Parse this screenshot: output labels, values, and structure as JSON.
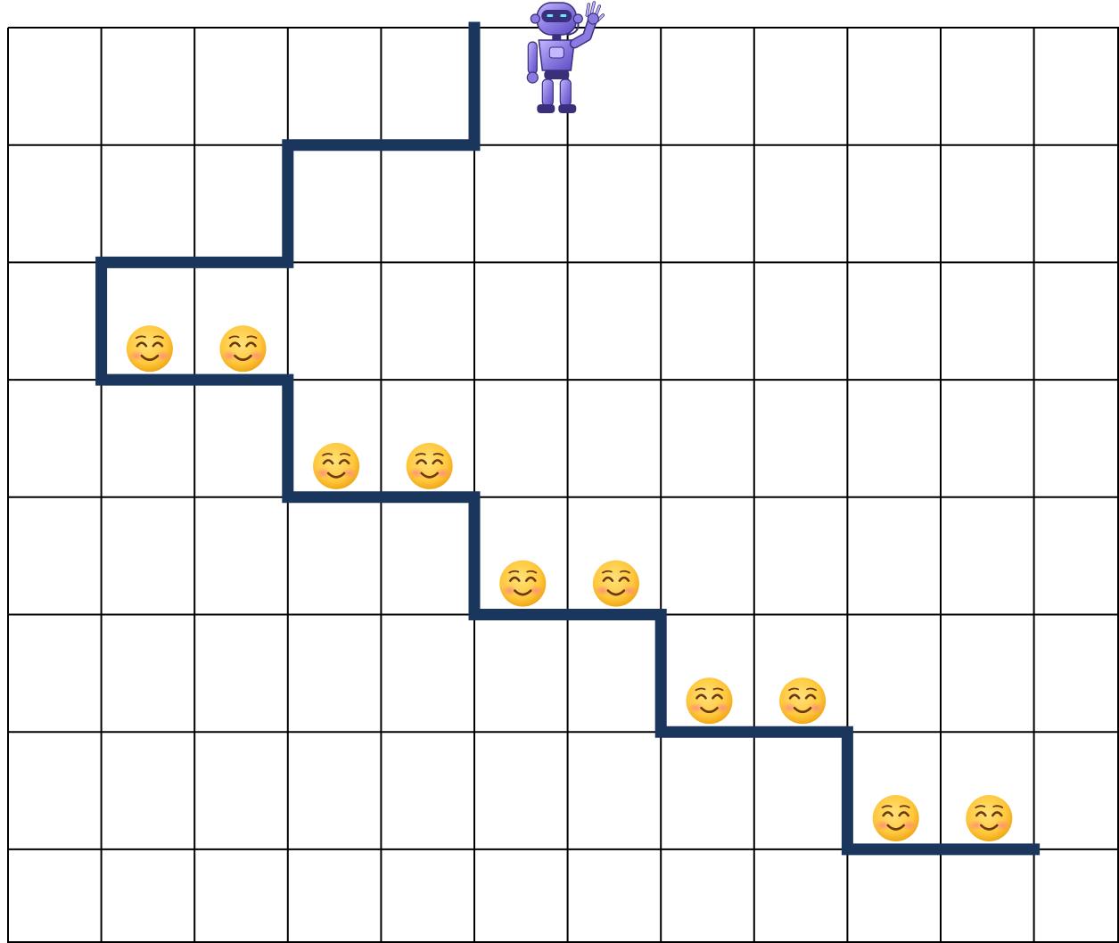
{
  "board": {
    "columns": 12,
    "rows": 8,
    "line_color": "#000000",
    "background": "#ffffff"
  },
  "path": {
    "color": "#1b365d",
    "vertices": [
      [
        5,
        0
      ],
      [
        5,
        1
      ],
      [
        3,
        1
      ],
      [
        3,
        2
      ],
      [
        1,
        2
      ],
      [
        1,
        3
      ],
      [
        3,
        3
      ],
      [
        3,
        4
      ],
      [
        5,
        4
      ],
      [
        5,
        5
      ],
      [
        7,
        5
      ],
      [
        7,
        6
      ],
      [
        9,
        6
      ],
      [
        9,
        7
      ],
      [
        11,
        7
      ]
    ]
  },
  "robot": {
    "icon": "robot-icon",
    "cell": [
      5,
      0
    ],
    "colors": {
      "body": "#8a7be0",
      "dark": "#3a2f7a",
      "light": "#c4b8ff"
    }
  },
  "smileys": {
    "icon": "smiling-face-icon",
    "cells": [
      [
        1,
        2
      ],
      [
        2,
        2
      ],
      [
        3,
        3
      ],
      [
        4,
        3
      ],
      [
        5,
        4
      ],
      [
        6,
        4
      ],
      [
        7,
        5
      ],
      [
        8,
        5
      ],
      [
        9,
        6
      ],
      [
        10,
        6
      ]
    ],
    "colors": {
      "face": "#ffc83d",
      "blush": "#ff9a7a",
      "feature": "#6b3a12"
    }
  }
}
